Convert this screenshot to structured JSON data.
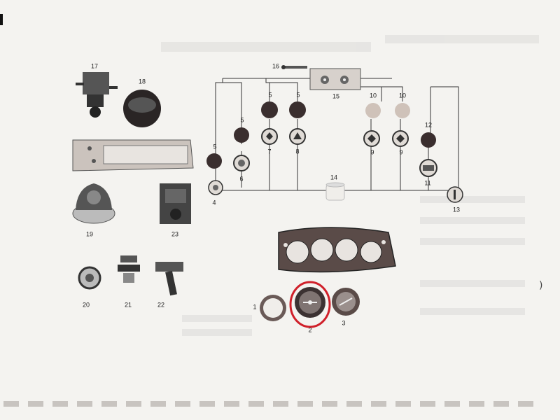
{
  "labels": {
    "p1": "1",
    "p2": "2",
    "p3": "3",
    "p4": "4",
    "p6": "6",
    "p7": "7",
    "p8": "8",
    "p9a": "9",
    "p9b": "9",
    "p11": "11",
    "p12": "12",
    "p13": "13",
    "p14": "14",
    "p15": "15",
    "p16": "16",
    "p17": "17",
    "p18": "18",
    "p19": "19",
    "p20": "20",
    "p21": "21",
    "p22": "22",
    "p23": "23",
    "p5a": "5",
    "p5b": "5",
    "p5c": "5",
    "p5d": "5",
    "p10a": "10",
    "p10b": "10"
  },
  "paren": ")",
  "colors": {
    "highlight": "#d0202a",
    "ink": "#333333",
    "lamp": "#3a2e2e",
    "lampLight": "#cfc2b9"
  }
}
